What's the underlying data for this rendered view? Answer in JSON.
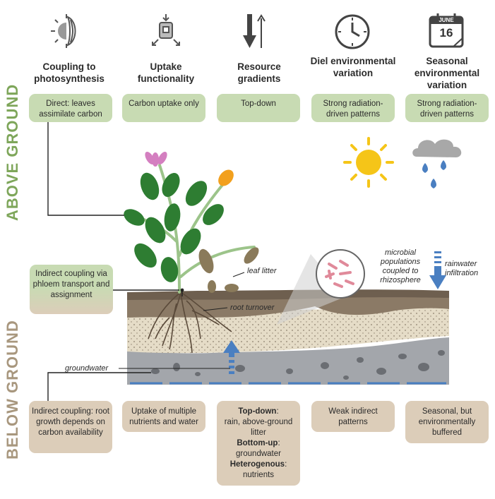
{
  "side_labels": {
    "above": "ABOVE GROUND",
    "below": "BELOW GROUND"
  },
  "columns": [
    {
      "icon": "leaf-sun-icon",
      "title": "Coupling to photosynthesis",
      "above": "Direct: leaves assimilate carbon",
      "below": "Indirect coupling: root growth depends on carbon availability"
    },
    {
      "icon": "uptake-icon",
      "title": "Uptake functionality",
      "above": "Carbon uptake only",
      "below": "Uptake of multiple nutrients and water"
    },
    {
      "icon": "arrows-icon",
      "title": "Resource gradients",
      "above": "Top-down",
      "below_parts": [
        {
          "bold": "Top-down",
          "rest": ":"
        },
        {
          "plain": "rain, above-ground litter"
        },
        {
          "bold": "Bottom-up",
          "rest": ":"
        },
        {
          "plain": "groundwater"
        },
        {
          "bold": "Heterogenous",
          "rest": ":"
        },
        {
          "plain": "nutrients"
        }
      ]
    },
    {
      "icon": "clock-icon",
      "title": "Diel environmental variation",
      "above": "Strong radiation-driven patterns",
      "below": "Weak indirect patterns"
    },
    {
      "icon": "calendar-icon",
      "title": "Seasonal environmental variation",
      "above": "Strong radiation-driven patterns",
      "below": "Seasonal, but environmentally buffered"
    }
  ],
  "calendar": {
    "month": "JUNE",
    "day": "16"
  },
  "middle_box": "Indirect coupling via phloem transport and assignment",
  "annotations": {
    "leaf_litter": "leaf litter",
    "root_turnover": "root turnover",
    "groundwater": "groundwater",
    "microbial": "microbial populations coupled to rhizosphere",
    "rainwater": "rainwater infiltration"
  },
  "colors": {
    "green": "#7ea65a",
    "tan": "#a8977e",
    "green_box": "#c8dbb3",
    "tan_box": "#dccdb9",
    "blue": "#4a7fc1",
    "sun": "#f5c518"
  }
}
